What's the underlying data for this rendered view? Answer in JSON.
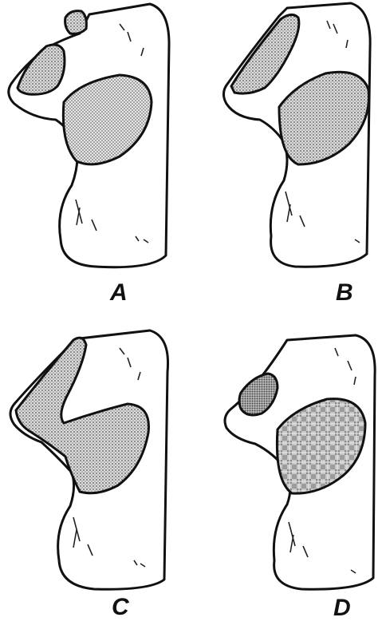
{
  "figure": {
    "panels": [
      {
        "id": "a",
        "label": "A"
      },
      {
        "id": "b",
        "label": "B"
      },
      {
        "id": "c",
        "label": "C"
      },
      {
        "id": "d",
        "label": "D"
      }
    ]
  }
}
